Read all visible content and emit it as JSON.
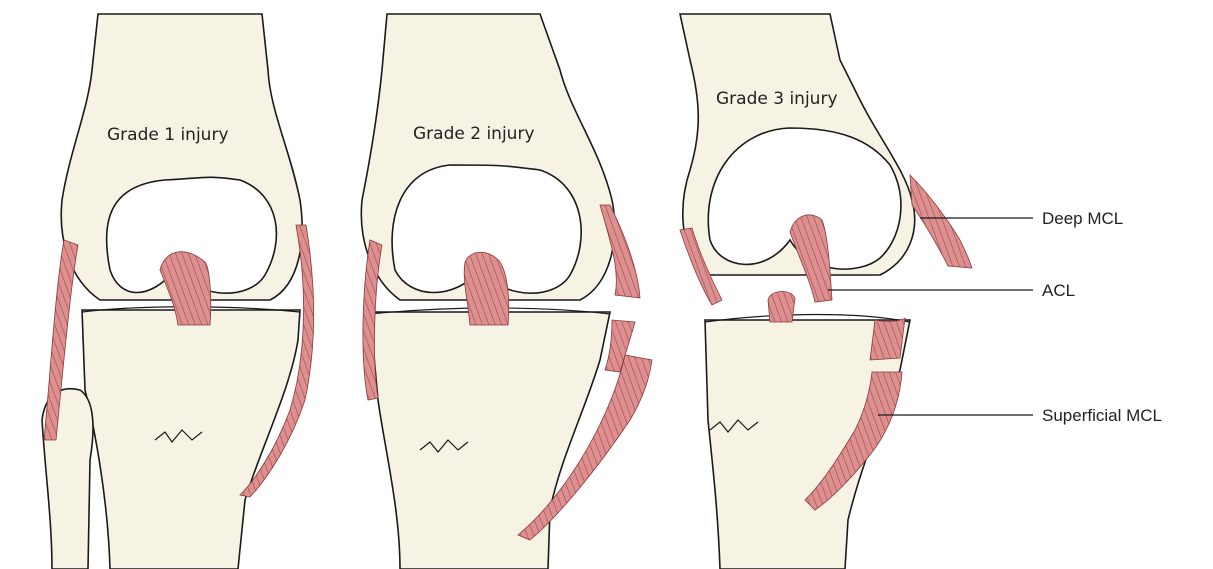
{
  "figure": {
    "panels": [
      {
        "label": "Grade 1 injury"
      },
      {
        "label": "Grade 2 injury"
      },
      {
        "label": "Grade 3 injury"
      }
    ],
    "callouts": {
      "deep_mcl": "Deep MCL",
      "acl": "ACL",
      "superficial_mcl": "Superficial MCL"
    },
    "colors": {
      "bone": "#f6f3e4",
      "ligament": "#d98a8a",
      "ligament_dark": "#8a3a3a",
      "outline": "#1a1a1a"
    }
  }
}
